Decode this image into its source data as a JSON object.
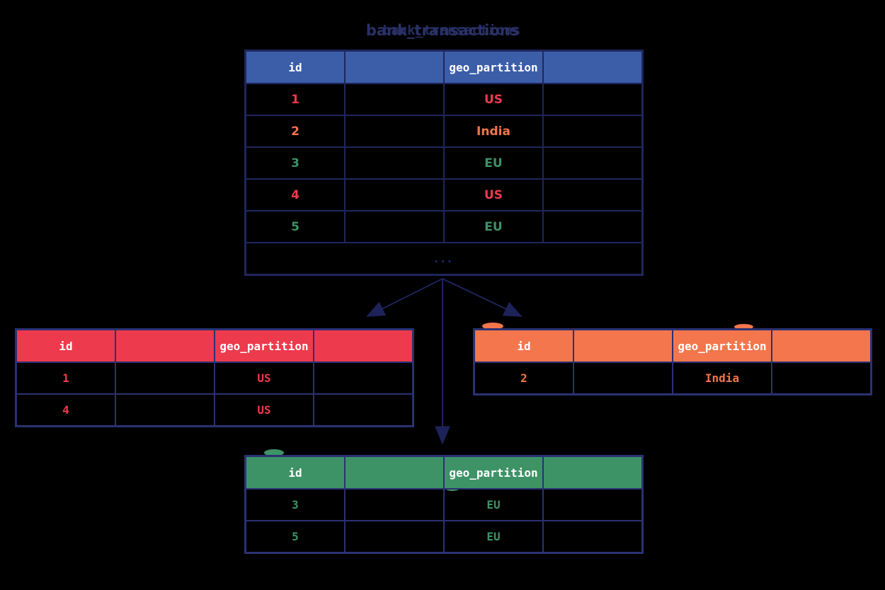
{
  "title": {
    "text": "bank_transactions"
  },
  "colors": {
    "blue": "#3c5ea9",
    "red": "#ee3a4d",
    "orange": "#f3764c",
    "green": "#3d9366",
    "navy": "#1d2359",
    "title_navy": "#2a3168",
    "white": "#ffffff",
    "border_main": "#20265c",
    "border_sub": "#2b3173"
  },
  "main_table": {
    "headers": [
      "id",
      "",
      "geo_partition",
      ""
    ],
    "rows": [
      {
        "id": "1",
        "geo": "US"
      },
      {
        "id": "2",
        "geo": "India"
      },
      {
        "id": "3",
        "geo": "EU"
      },
      {
        "id": "4",
        "geo": "US"
      },
      {
        "id": "5",
        "geo": "EU"
      }
    ],
    "ellipsis": "..."
  },
  "partitions": {
    "us": {
      "headers": [
        "id",
        "",
        "geo_partition",
        ""
      ],
      "rows": [
        {
          "id": "1",
          "geo": "US"
        },
        {
          "id": "4",
          "geo": "US"
        }
      ]
    },
    "india": {
      "headers": [
        "id",
        "",
        "geo_partition",
        ""
      ],
      "rows": [
        {
          "id": "2",
          "geo": "India"
        }
      ]
    },
    "eu": {
      "headers": [
        "id",
        "",
        "geo_partition",
        ""
      ],
      "rows": [
        {
          "id": "3",
          "geo": "EU"
        },
        {
          "id": "5",
          "geo": "EU"
        }
      ]
    }
  }
}
